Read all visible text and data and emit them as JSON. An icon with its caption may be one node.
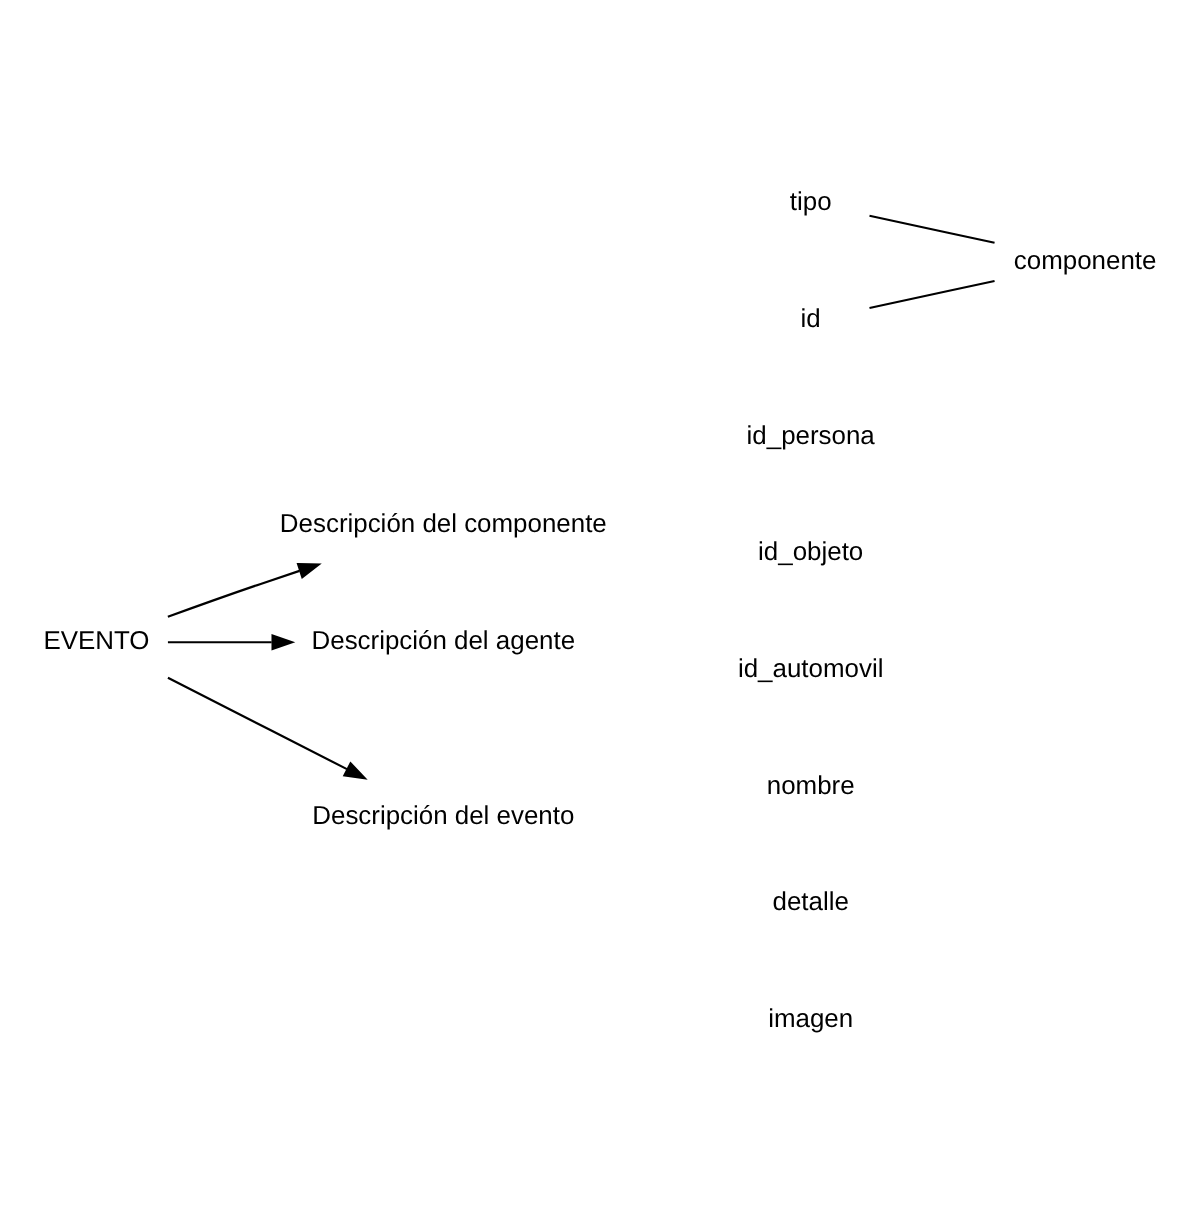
{
  "diagram": {
    "nodes": [
      {
        "text": [
          "EVENTO"
        ]
      },
      {
        "text": [
          "Descripción del componente"
        ]
      },
      {
        "text": [
          "tipo"
        ]
      },
      {
        "text": [
          "id"
        ]
      },
      {
        "text": [
          "componente"
        ]
      },
      {
        "text": [
          "Descripción del agente"
        ]
      },
      {
        "text": [
          "Descripción del evento"
        ]
      }
    ],
    "edges": [
      {
        "from": 0,
        "to": 1,
        "arrow": "to"
      },
      {
        "from": 0,
        "to": 5,
        "arrow": "to"
      },
      {
        "from": 0,
        "to": 6,
        "arrow": "to"
      },
      {
        "from": 2,
        "to": 4,
        "arrow": "none"
      },
      {
        "from": 3,
        "to": 4,
        "arrow": "none"
      }
    ],
    "labels": [
      "id_persona",
      "id_objeto",
      "id_automovil",
      "nombre",
      "detalle",
      "imagen"
    ]
  }
}
